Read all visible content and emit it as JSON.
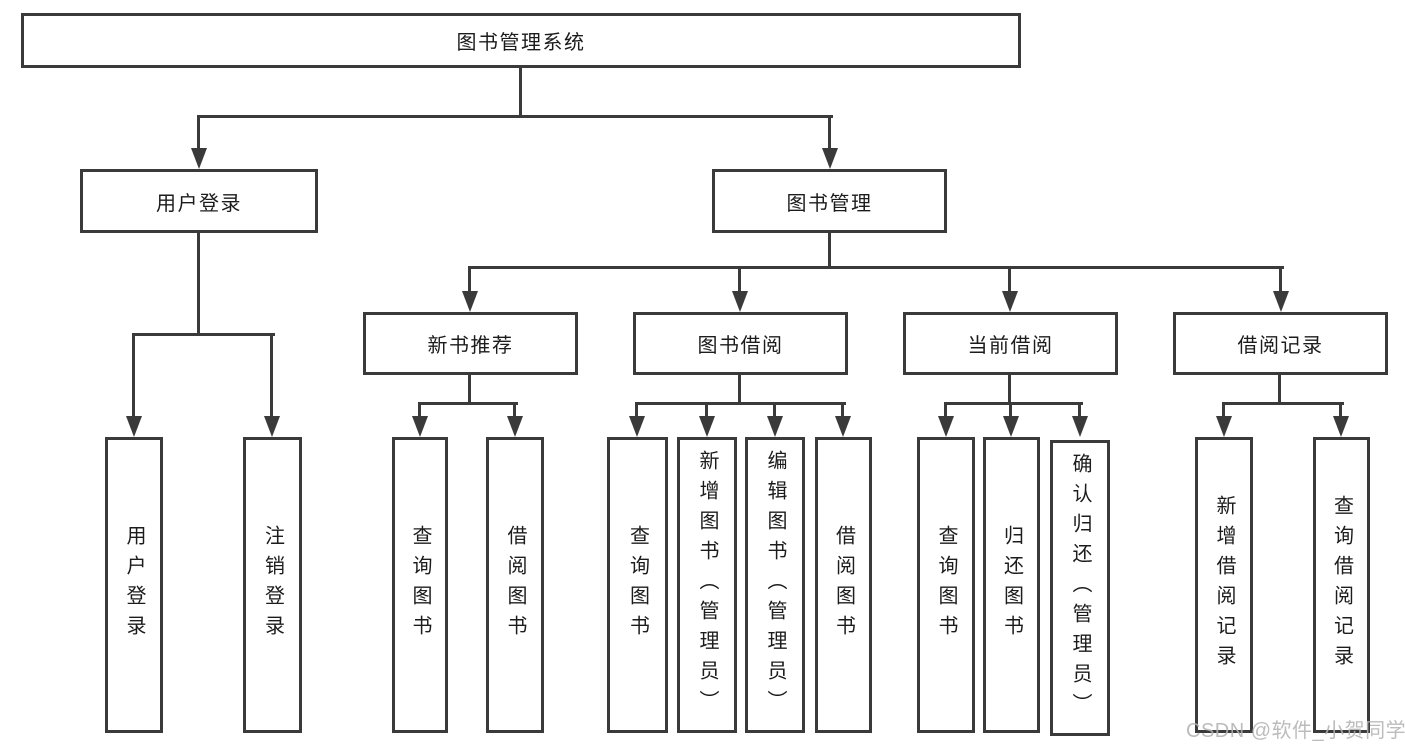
{
  "diagram": {
    "type": "hierarchy",
    "root": {
      "label": "图书管理系统"
    },
    "branches": [
      {
        "label": "用户登录",
        "children": [
          {
            "label": "用户登录"
          },
          {
            "label": "注销登录"
          }
        ]
      },
      {
        "label": "图书管理",
        "children": [
          {
            "label": "新书推荐",
            "children": [
              {
                "label": "查询图书"
              },
              {
                "label": "借阅图书"
              }
            ]
          },
          {
            "label": "图书借阅",
            "children": [
              {
                "label": "查询图书"
              },
              {
                "label": "新增图书（管理员）"
              },
              {
                "label": "编辑图书（管理员）"
              },
              {
                "label": "借阅图书"
              }
            ]
          },
          {
            "label": "当前借阅",
            "children": [
              {
                "label": "查询图书"
              },
              {
                "label": "归还图书"
              },
              {
                "label": "确认归还（管理员）"
              }
            ]
          },
          {
            "label": "借阅记录",
            "children": [
              {
                "label": "新增借阅记录"
              },
              {
                "label": "查询借阅记录"
              }
            ]
          }
        ]
      }
    ]
  },
  "watermark": {
    "text": "CSDN @软件_小贺同学",
    "color": "#b3b3b3"
  },
  "colors": {
    "line": "#3a3a3a",
    "text": "#1c1c1c",
    "background": "#ffffff"
  }
}
